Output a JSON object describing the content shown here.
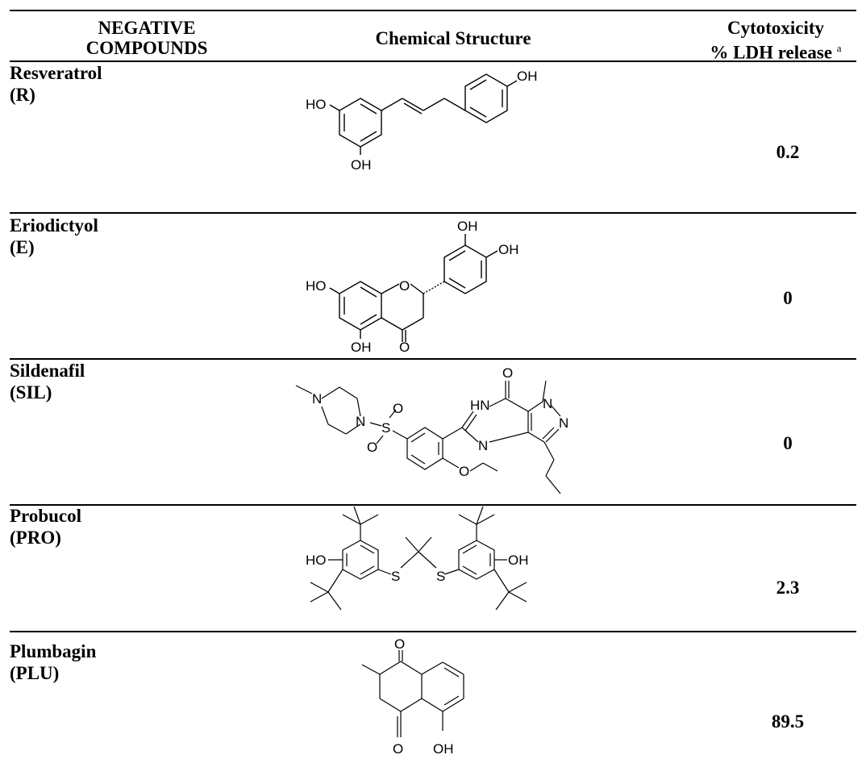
{
  "header": {
    "col1_line1": "NEGATIVE",
    "col1_line2": "COMPOUNDS",
    "col2": "Chemical Structure",
    "col3_line1": "Cytotoxicity",
    "col3_line2": "% LDH release",
    "col3_footnote": "a"
  },
  "rows": [
    {
      "name": "Resveratrol",
      "abbr": "(R)",
      "value": "0.2",
      "labels": [
        "HO",
        "OH",
        "OH"
      ]
    },
    {
      "name": "Eriodictyol",
      "abbr": "(E)",
      "value": "0",
      "labels": [
        "OH",
        "OH",
        "HO",
        "O",
        "OH",
        "O"
      ]
    },
    {
      "name": "Sildenafil",
      "abbr": "(SIL)",
      "value": "0",
      "labels": [
        "N",
        "N",
        "S",
        "O",
        "O",
        "O",
        "HN",
        "N",
        "N",
        "N",
        "O"
      ]
    },
    {
      "name": "Probucol",
      "abbr": "(PRO)",
      "value": "2.3",
      "labels": [
        "HO",
        "S",
        "S",
        "OH"
      ]
    },
    {
      "name": "Plumbagin",
      "abbr": "(PLU)",
      "value": "89.5",
      "labels": [
        "O",
        "O",
        "OH"
      ]
    }
  ]
}
